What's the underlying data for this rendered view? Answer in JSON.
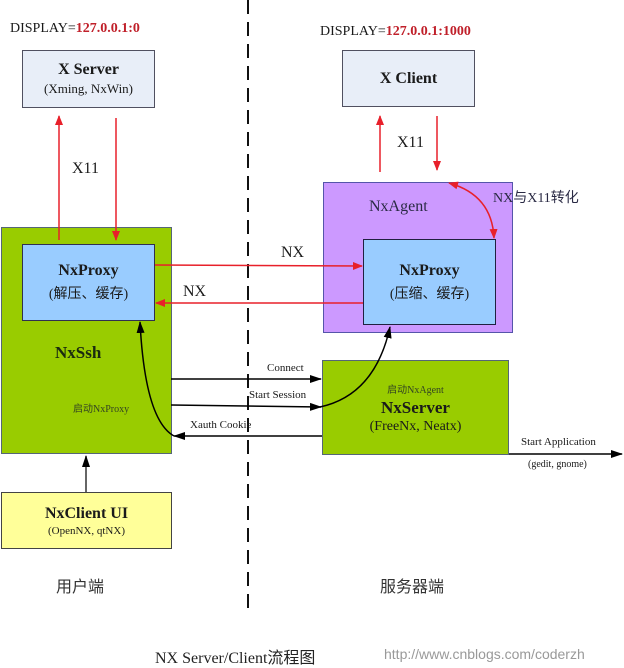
{
  "display_left": {
    "prefix": "DISPLAY=",
    "value": "127.0.0.1:0"
  },
  "display_right": {
    "prefix": "DISPLAY=",
    "value": "127.0.0.1:1000"
  },
  "x_server": {
    "title": "X Server",
    "subtitle": "(Xming, NxWin)"
  },
  "x_client": {
    "title": "X Client"
  },
  "x11_left": "X11",
  "x11_right": "X11",
  "nxssh": {
    "title": "NxSsh",
    "launch_label": "启动NxProxy"
  },
  "nxproxy_client": {
    "title": "NxProxy",
    "subtitle": "(解压、缓存)"
  },
  "nxagent": {
    "title": "NxAgent",
    "conversion_label": "NX与X11转化"
  },
  "nxproxy_server": {
    "title": "NxProxy",
    "subtitle": "(压缩、缓存)"
  },
  "nx_forward": "NX",
  "nx_back": "NX",
  "nxserver": {
    "launch_label": "启动NxAgent",
    "title": "NxServer",
    "subtitle": "(FreeNx, Neatx)"
  },
  "messages": {
    "connect": "Connect",
    "start_session": "Start Session",
    "xauth_cookie": "Xauth Cookie"
  },
  "start_application": {
    "label": "Start Application",
    "subtitle": "(gedit, gnome)"
  },
  "nxclient_ui": {
    "title": "NxClient UI",
    "subtitle": "(OpenNX, qtNX)"
  },
  "side_client": "用户端",
  "side_server": "服务器端",
  "caption": "NX Server/Client流程图",
  "watermark": "http://www.cnblogs.com/coderzh",
  "colors": {
    "red": "#e8202a",
    "green": "#99cc00",
    "light_blue": "#99ccff",
    "purple": "#cc99ff",
    "pale_blue": "#e8eef8",
    "yellow": "#ffff99"
  }
}
